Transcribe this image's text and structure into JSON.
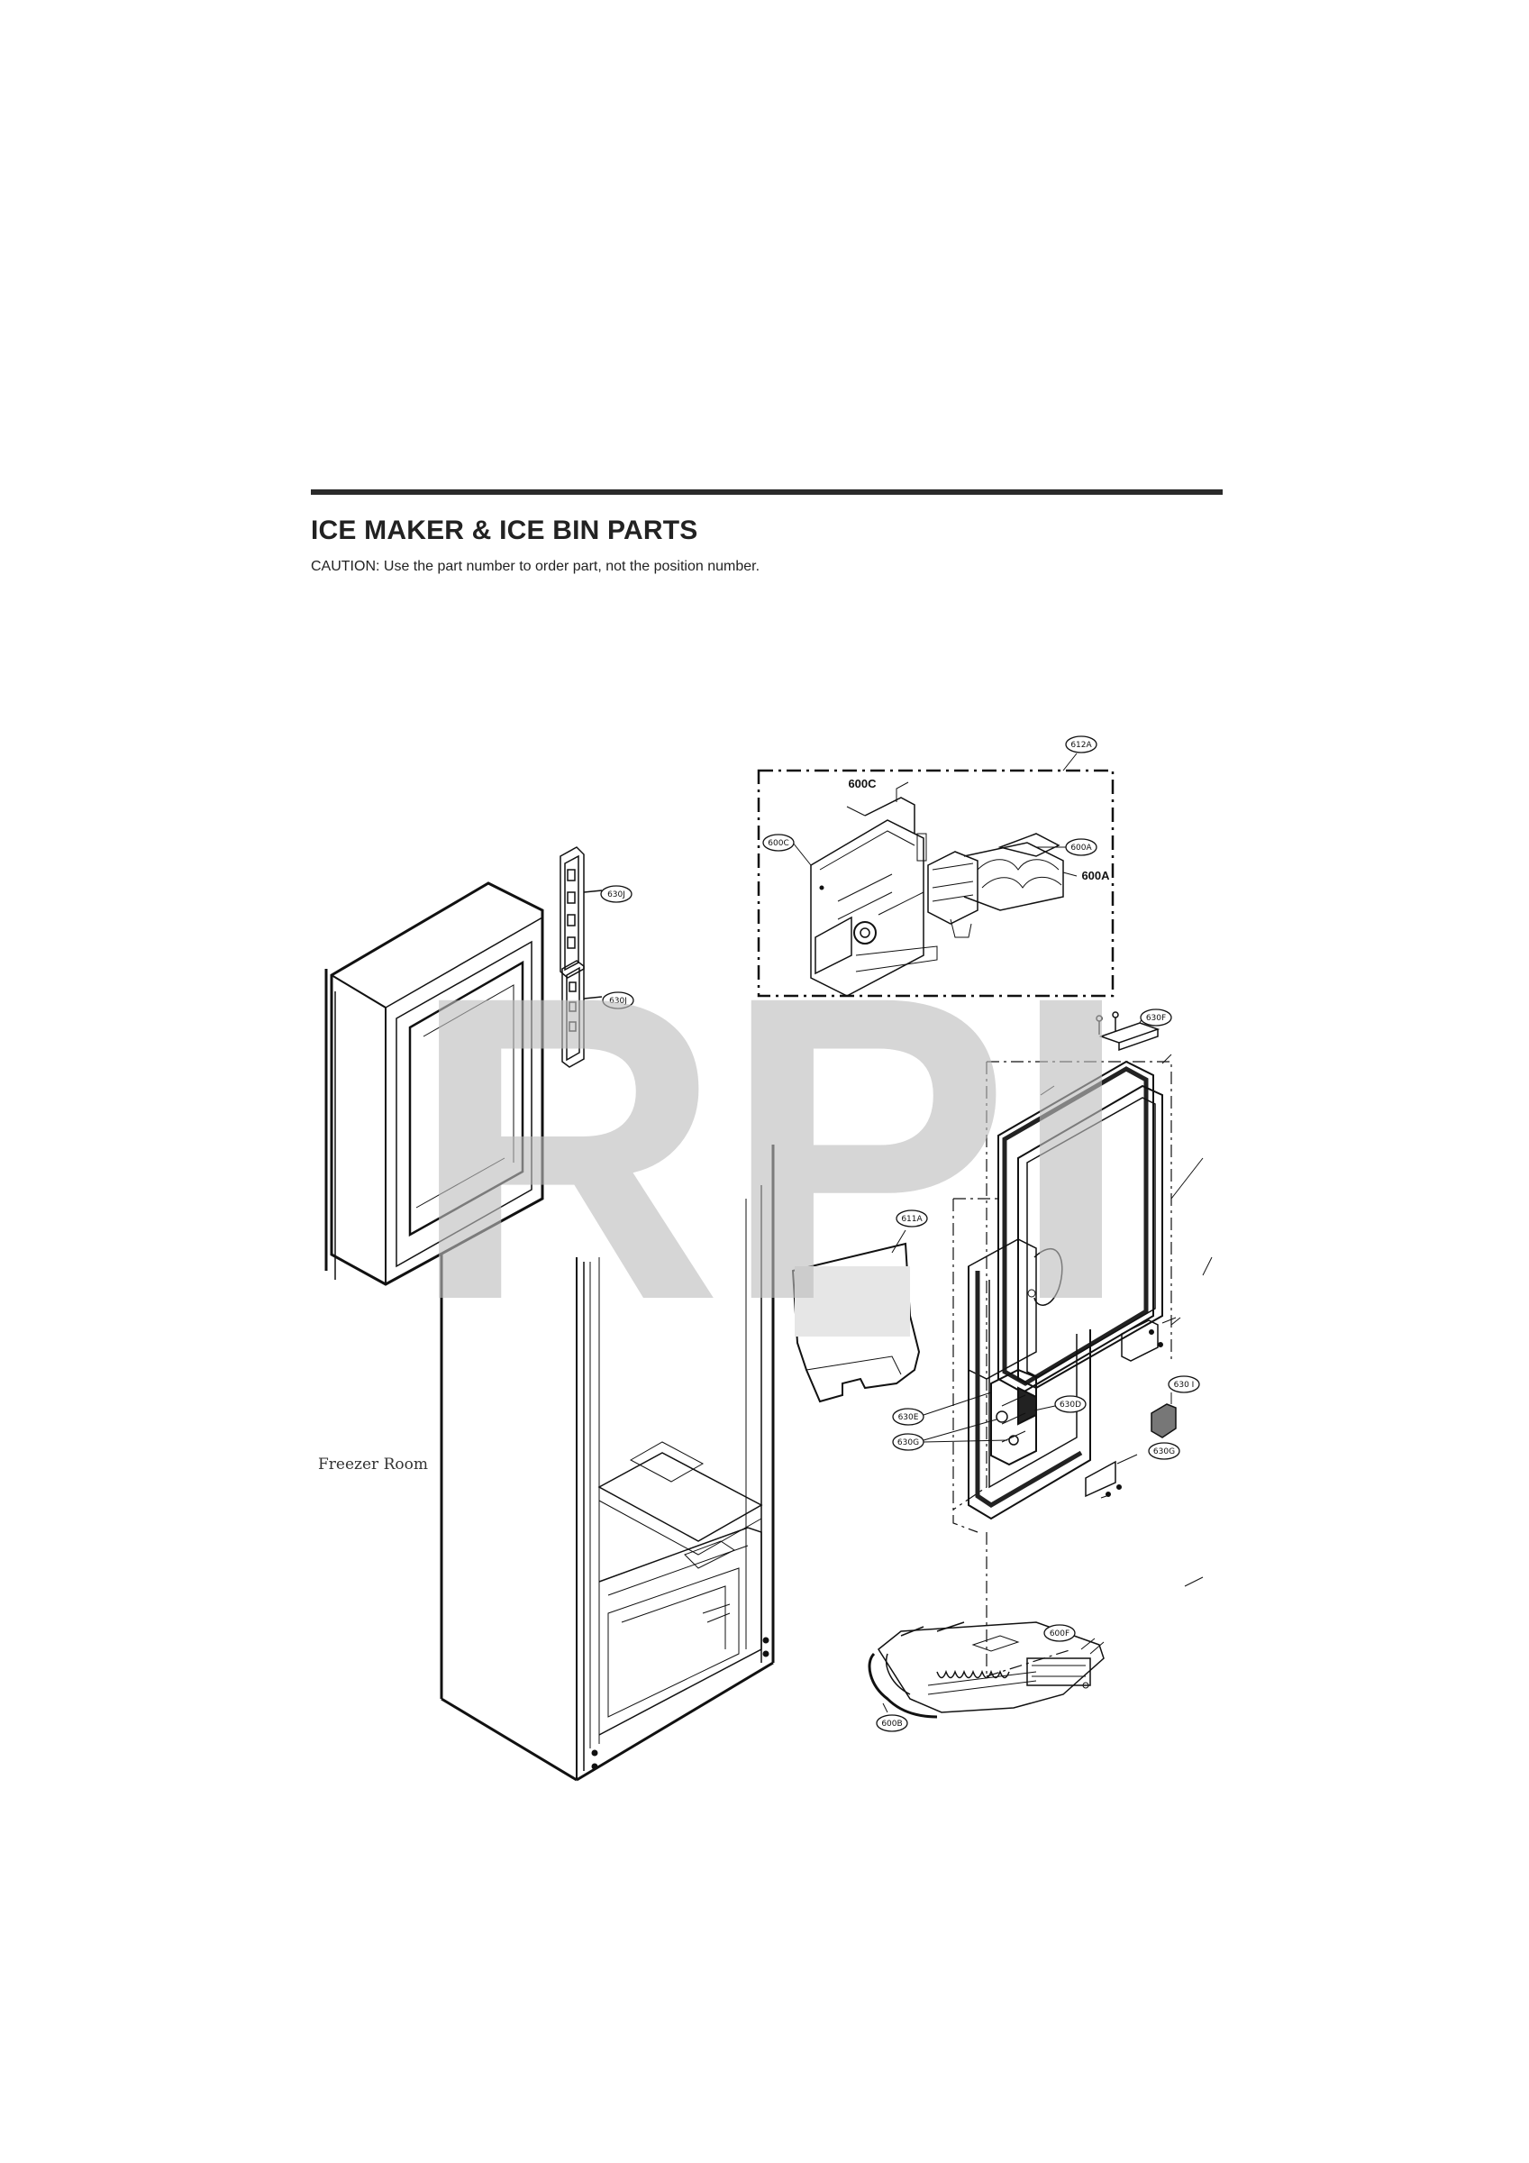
{
  "header": {
    "title": "ICE MAKER & ICE BIN PARTS",
    "caution": "CAUTION: Use the part number to order part, not the position number."
  },
  "diagram": {
    "room_label": "Freezer Room",
    "watermark": "RPI",
    "callouts": {
      "c612a": "612A",
      "c600c_big": "600C",
      "c600c": "600C",
      "c600a": "600A",
      "c600a_big": "600A",
      "c630j_1": "630J",
      "c630j_2": "630J",
      "c630f": "630F",
      "c611a": "611A",
      "c630i": "630 I",
      "c630e": "630E",
      "c630d": "630D",
      "c630g": "630G",
      "c630g_2": "630G",
      "c600f": "600F",
      "c600b": "600B"
    }
  }
}
